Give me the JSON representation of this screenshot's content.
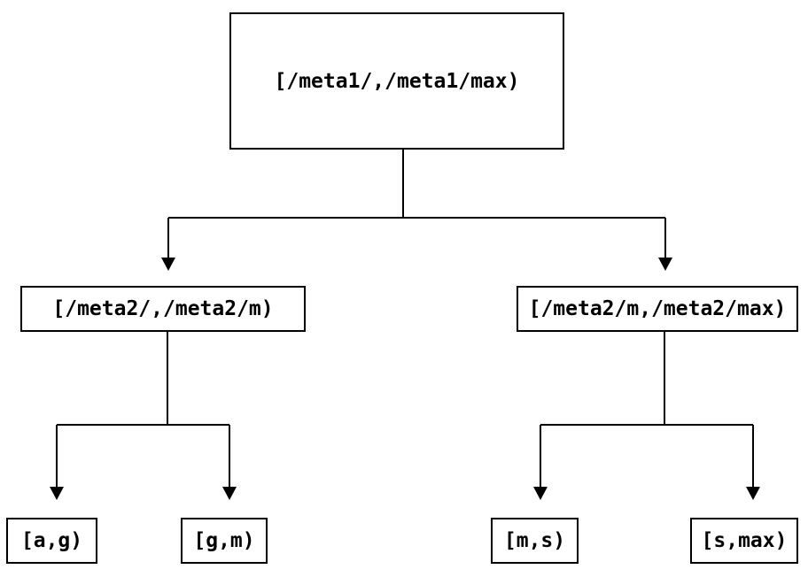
{
  "diagram": {
    "type": "tree",
    "description": "Range partition tree of key intervals",
    "colors": {
      "background": "#ffffff",
      "line": "#000000",
      "text": "#000000",
      "node_fill": "#ffffff"
    },
    "nodes": {
      "root": {
        "label": "[/meta1/,/meta1/max)"
      },
      "mid_left": {
        "label": "[/meta2/,/meta2/m)"
      },
      "mid_right": {
        "label": "[/meta2/m,/meta2/max)"
      },
      "leaf_ag": {
        "label": "[a,g)"
      },
      "leaf_gm": {
        "label": "[g,m)"
      },
      "leaf_ms": {
        "label": "[m,s)"
      },
      "leaf_smax": {
        "label": "[s,max)"
      }
    },
    "edges": [
      {
        "from": "root",
        "to": "mid_left"
      },
      {
        "from": "root",
        "to": "mid_right"
      },
      {
        "from": "mid_left",
        "to": "leaf_ag"
      },
      {
        "from": "mid_left",
        "to": "leaf_gm"
      },
      {
        "from": "mid_right",
        "to": "leaf_ms"
      },
      {
        "from": "mid_right",
        "to": "leaf_smax"
      }
    ]
  }
}
